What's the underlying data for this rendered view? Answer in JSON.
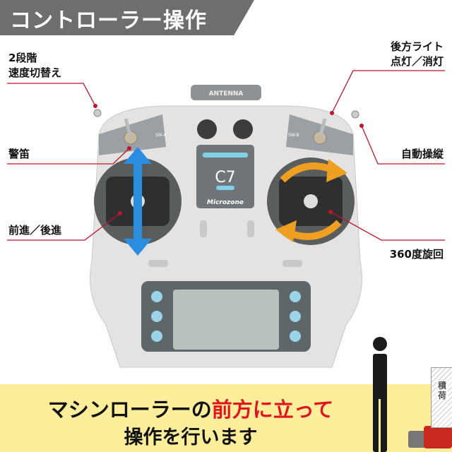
{
  "title": "コントローラー操作",
  "labels": {
    "speed_line1": "2段階",
    "speed_line2": "速度切替え",
    "horn": "警笛",
    "forward_back": "前進／後進",
    "rear_light_line1": "後方ライト",
    "rear_light_line2": "点灯／消灯",
    "autopilot": "自動操縦",
    "rotate": "360度旋回"
  },
  "controller": {
    "antenna": "ANTENNA",
    "sw_a": "SW-A",
    "sw_b": "SW-B",
    "model": "C7",
    "brand": "Microzone"
  },
  "banner": {
    "line1_black": "マシンローラーの",
    "line1_red": "前方に立って",
    "line2": "操作を行います"
  },
  "cargo_label": "積荷",
  "colors": {
    "accent_red": "#e0141e",
    "arrow_blue": "#2a8de0",
    "arrow_orange": "#f0a020",
    "banner": "#fdee9c"
  }
}
